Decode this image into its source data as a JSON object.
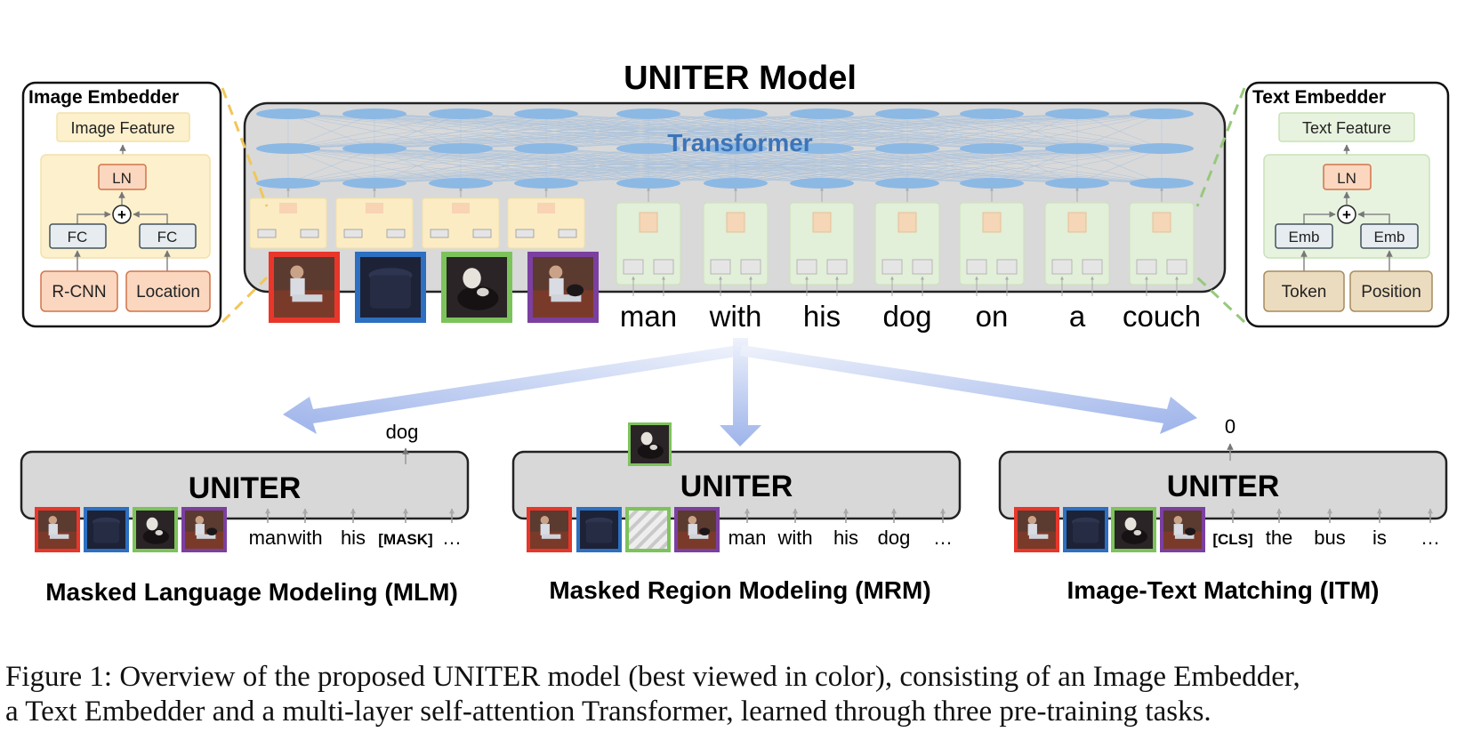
{
  "title": "UNITER Model",
  "transformer_label": "Transformer",
  "image_embedder": {
    "title": "Image Embedder",
    "feature": "Image Feature",
    "ln": "LN",
    "plus": "+",
    "fc_left": "FC",
    "fc_right": "FC",
    "rcnn": "R-CNN",
    "location": "Location"
  },
  "text_embedder": {
    "title": "Text Embedder",
    "feature": "Text Feature",
    "ln": "LN",
    "plus": "+",
    "emb_left": "Emb",
    "emb_right": "Emb",
    "token": "Token",
    "position": "Position"
  },
  "input_words": [
    "man",
    "with",
    "his",
    "dog",
    "on",
    "a",
    "couch"
  ],
  "tasks": {
    "mlm": {
      "box_label": "UNITER",
      "output": "dog",
      "tokens": [
        "man",
        "with",
        "his",
        "[MASK]",
        "…"
      ],
      "title": "Masked Language Modeling (MLM)"
    },
    "mrm": {
      "box_label": "UNITER",
      "tokens": [
        "man",
        "with",
        "his",
        "dog",
        "…"
      ],
      "title": "Masked Region Modeling (MRM)"
    },
    "itm": {
      "box_label": "UNITER",
      "output": "0",
      "tokens": [
        "[CLS]",
        "the",
        "bus",
        "is",
        "…"
      ],
      "title": "Image-Text Matching (ITM)"
    }
  },
  "caption": {
    "label": "Figure 1:",
    "line1": "Overview of the proposed UNITER model (best viewed in color), consisting of an Image Embedder,",
    "line2": "a Text Embedder and a multi-layer self-attention Transformer, learned through three pre-training tasks."
  },
  "colors": {
    "region_red": "#e8362a",
    "region_blue": "#2d6fc0",
    "region_green": "#7dc35b",
    "region_purple": "#7b3fa0",
    "transformer_node": "#8cb8e4",
    "image_feature_fill": "#fdf0cc",
    "text_feature_fill": "#e7f3df",
    "ln_fill": "#fbd7bf",
    "model_box_fill": "#d8d8d8"
  }
}
